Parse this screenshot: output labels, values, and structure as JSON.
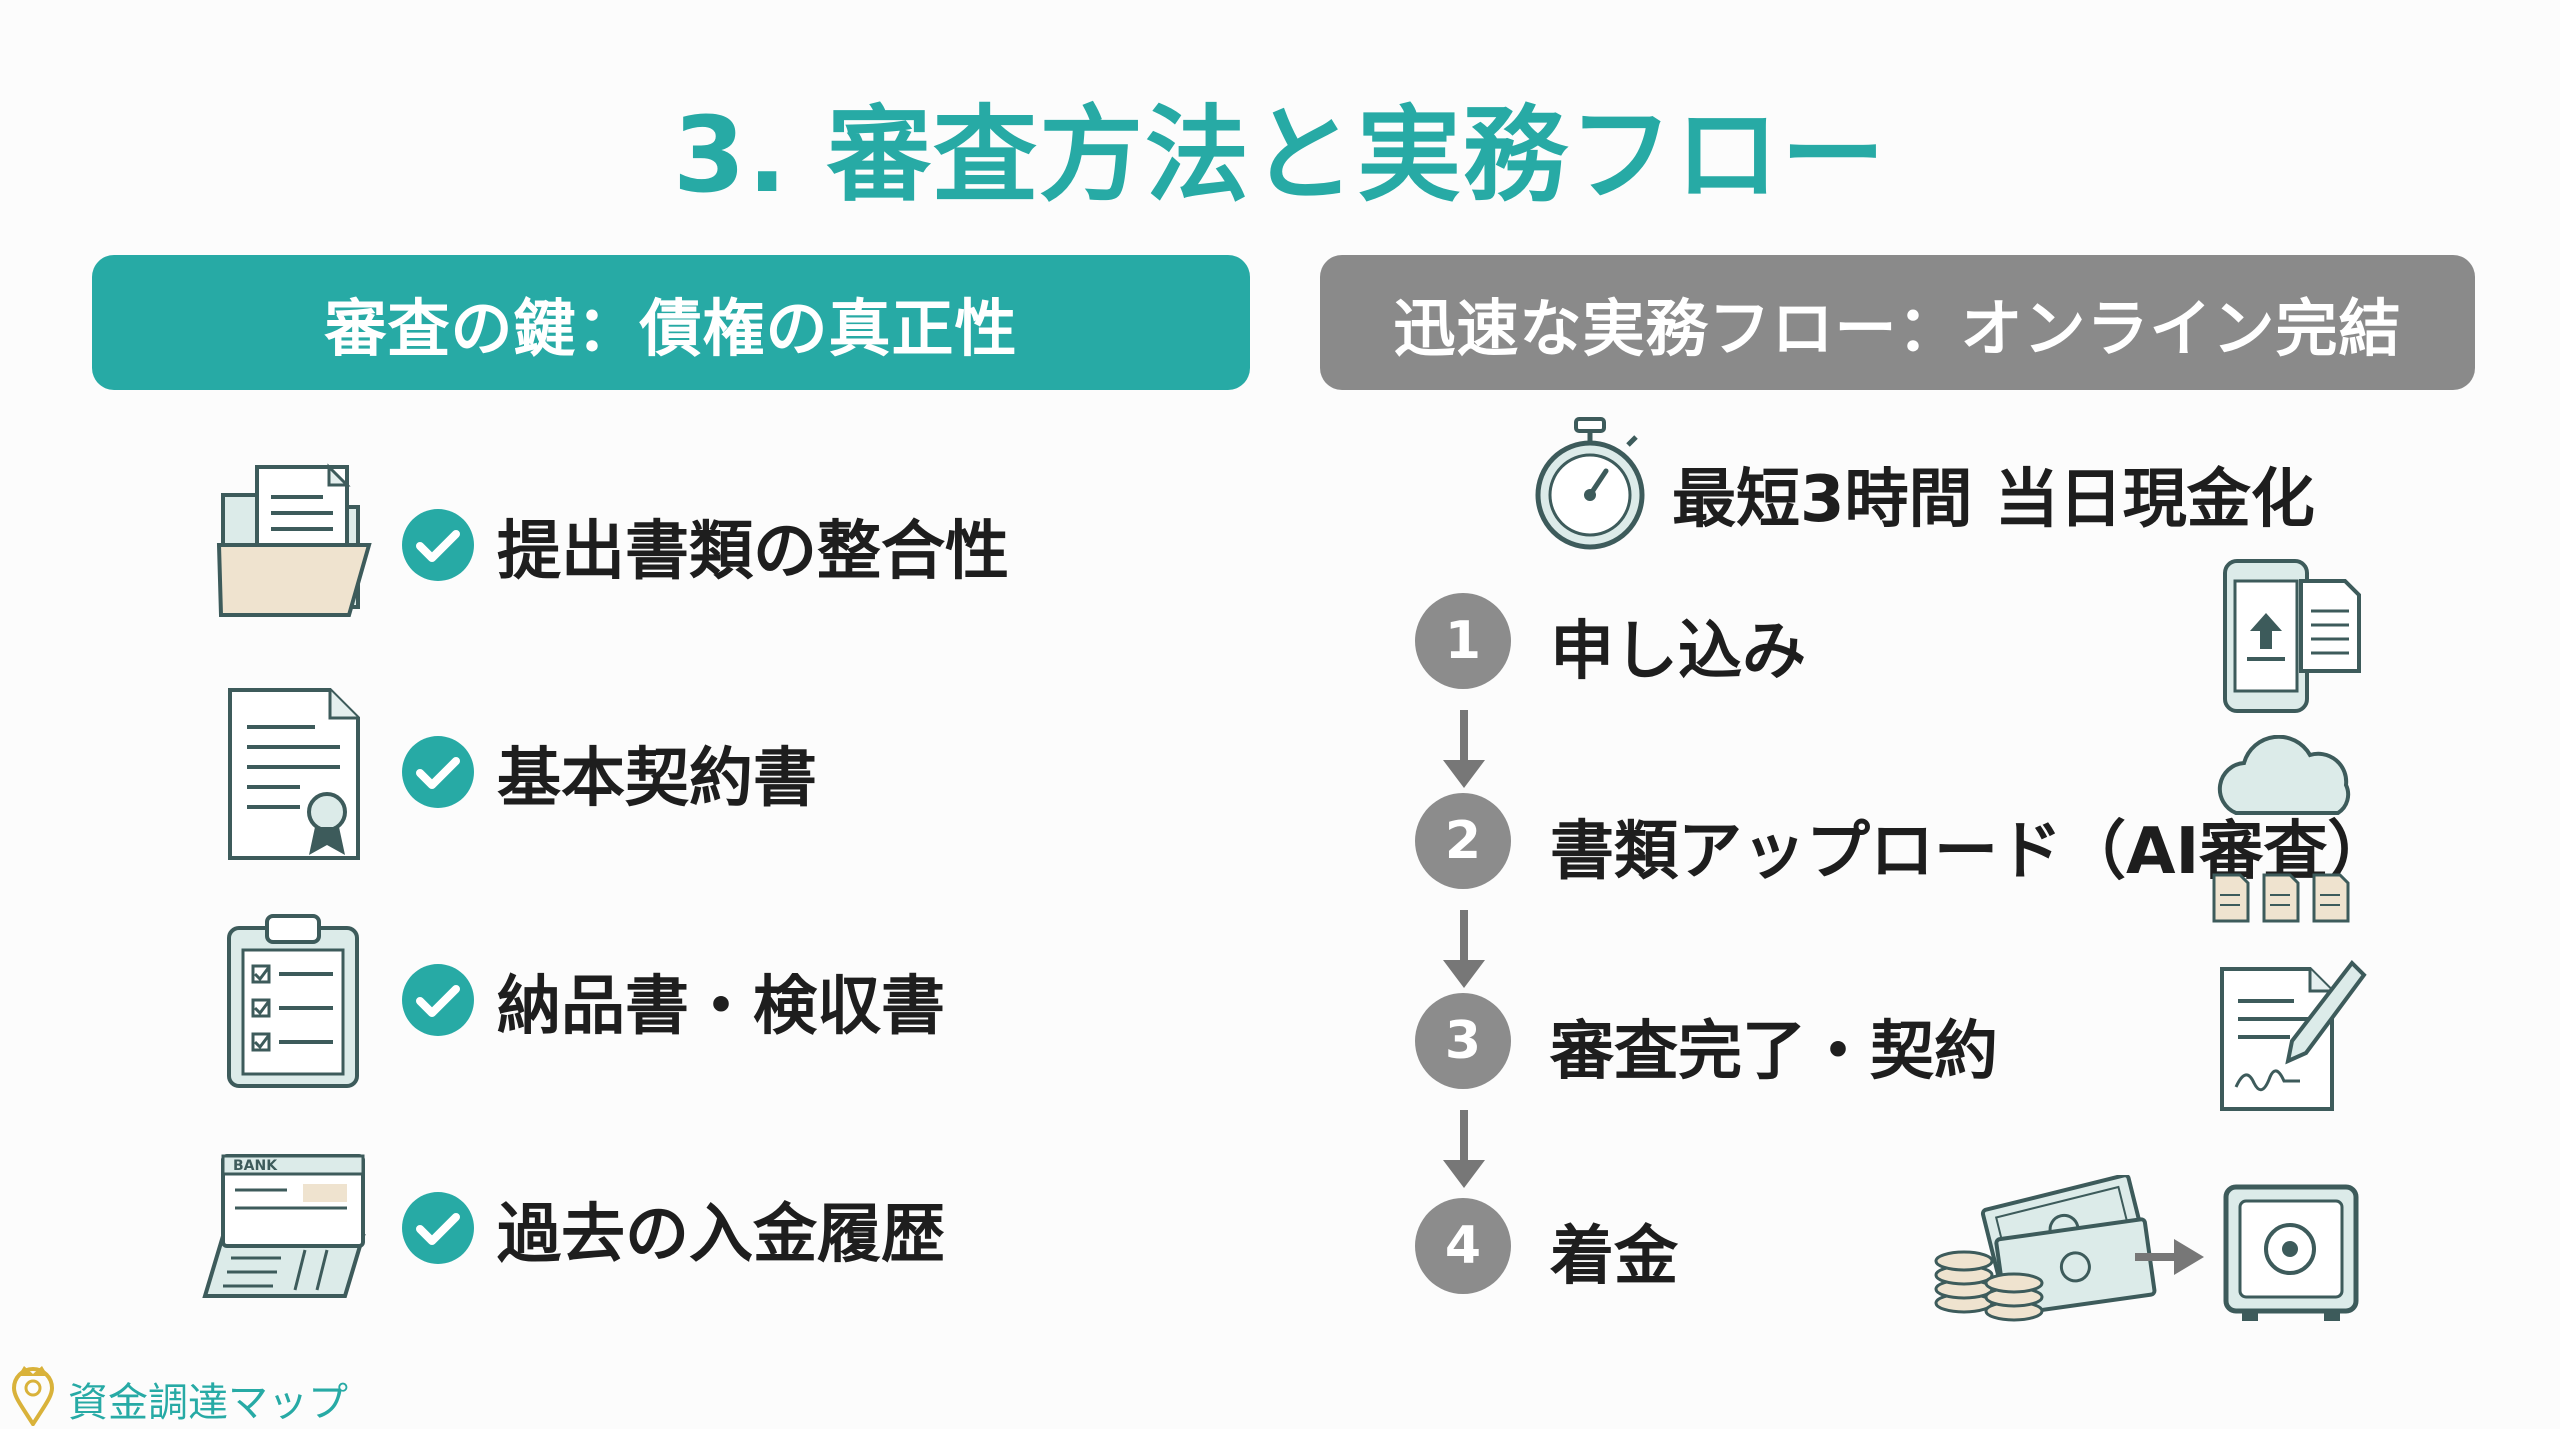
{
  "title": "3. 審査方法と実務フロー",
  "left_panel": {
    "heading": "審査の鍵：債権の真正性",
    "items": [
      {
        "label": "提出書類の整合性",
        "icon": "open-folder-icon"
      },
      {
        "label": "基本契約書",
        "icon": "certificate-document-icon"
      },
      {
        "label": "納品書・検収書",
        "icon": "clipboard-checklist-icon"
      },
      {
        "label": "過去の入金履歴",
        "icon": "bank-passbook-icon"
      }
    ]
  },
  "right_panel": {
    "heading": "迅速な実務フロー：オンライン完結",
    "speed_label": "最短3時間  当日現金化",
    "steps": [
      {
        "num": "1",
        "label": "申し込み",
        "icon": "smartphone-upload-icon"
      },
      {
        "num": "2",
        "label": "書類アップロード（AI審査）",
        "icon": "cloud-documents-icon"
      },
      {
        "num": "3",
        "label": "審査完了・契約",
        "icon": "contract-pen-icon"
      },
      {
        "num": "4",
        "label": "着金",
        "icon": "money-to-safe-icon"
      }
    ]
  },
  "footer": {
    "brand": "資金調達マップ"
  },
  "bank_card_label": "BANK",
  "colors": {
    "teal": "#27aaa5",
    "gray": "#8a8a8a",
    "text": "#1e1e1e"
  }
}
